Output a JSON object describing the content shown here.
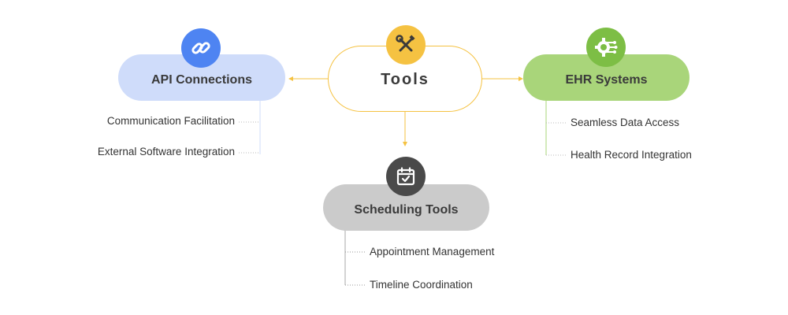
{
  "center": {
    "label": "Tools",
    "accent": "#f5c242",
    "icon": "wrench-screwdriver-icon"
  },
  "nodes": {
    "api": {
      "label": "API Connections",
      "fill": "#cfdcfa",
      "icon_color": "#4e84f2",
      "icon": "link-icon",
      "items": [
        "Communication Facilitation",
        "External Software Integration"
      ]
    },
    "ehr": {
      "label": "EHR Systems",
      "fill": "#a9d57a",
      "icon_color": "#7dbe45",
      "icon": "gear-circuit-icon",
      "items": [
        "Seamless Data Access",
        "Health Record Integration"
      ]
    },
    "scheduling": {
      "label": "Scheduling Tools",
      "fill": "#cbcbcb",
      "icon_color": "#4a4a4a",
      "icon": "calendar-check-icon",
      "items": [
        "Appointment Management",
        "Timeline Coordination"
      ]
    }
  }
}
